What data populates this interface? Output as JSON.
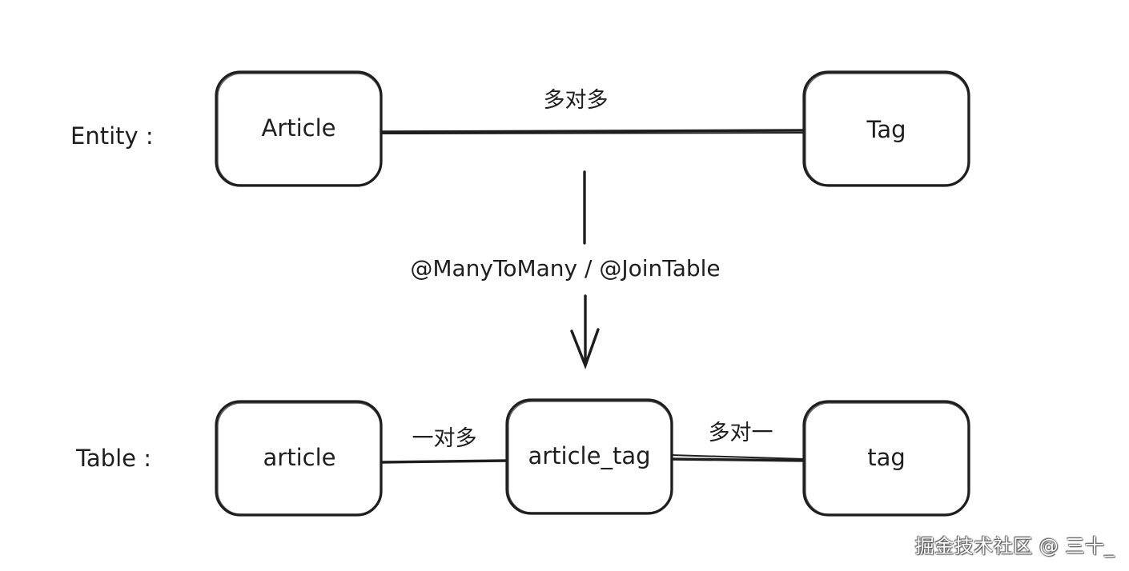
{
  "rows": {
    "entity_label": "Entity :",
    "table_label": "Table :"
  },
  "entity_nodes": {
    "article": "Article",
    "tag": "Tag"
  },
  "entity_relation": "多对多",
  "transform_note": "@ManyToMany / @JoinTable",
  "table_nodes": {
    "article": "article",
    "join": "article_tag",
    "tag": "tag"
  },
  "table_relations": {
    "left": "一对多",
    "right": "多对一"
  },
  "watermark": "掘金技术社区 @ 三十_",
  "colors": {
    "stroke": "#1e1e1e",
    "background": "#ffffff"
  }
}
